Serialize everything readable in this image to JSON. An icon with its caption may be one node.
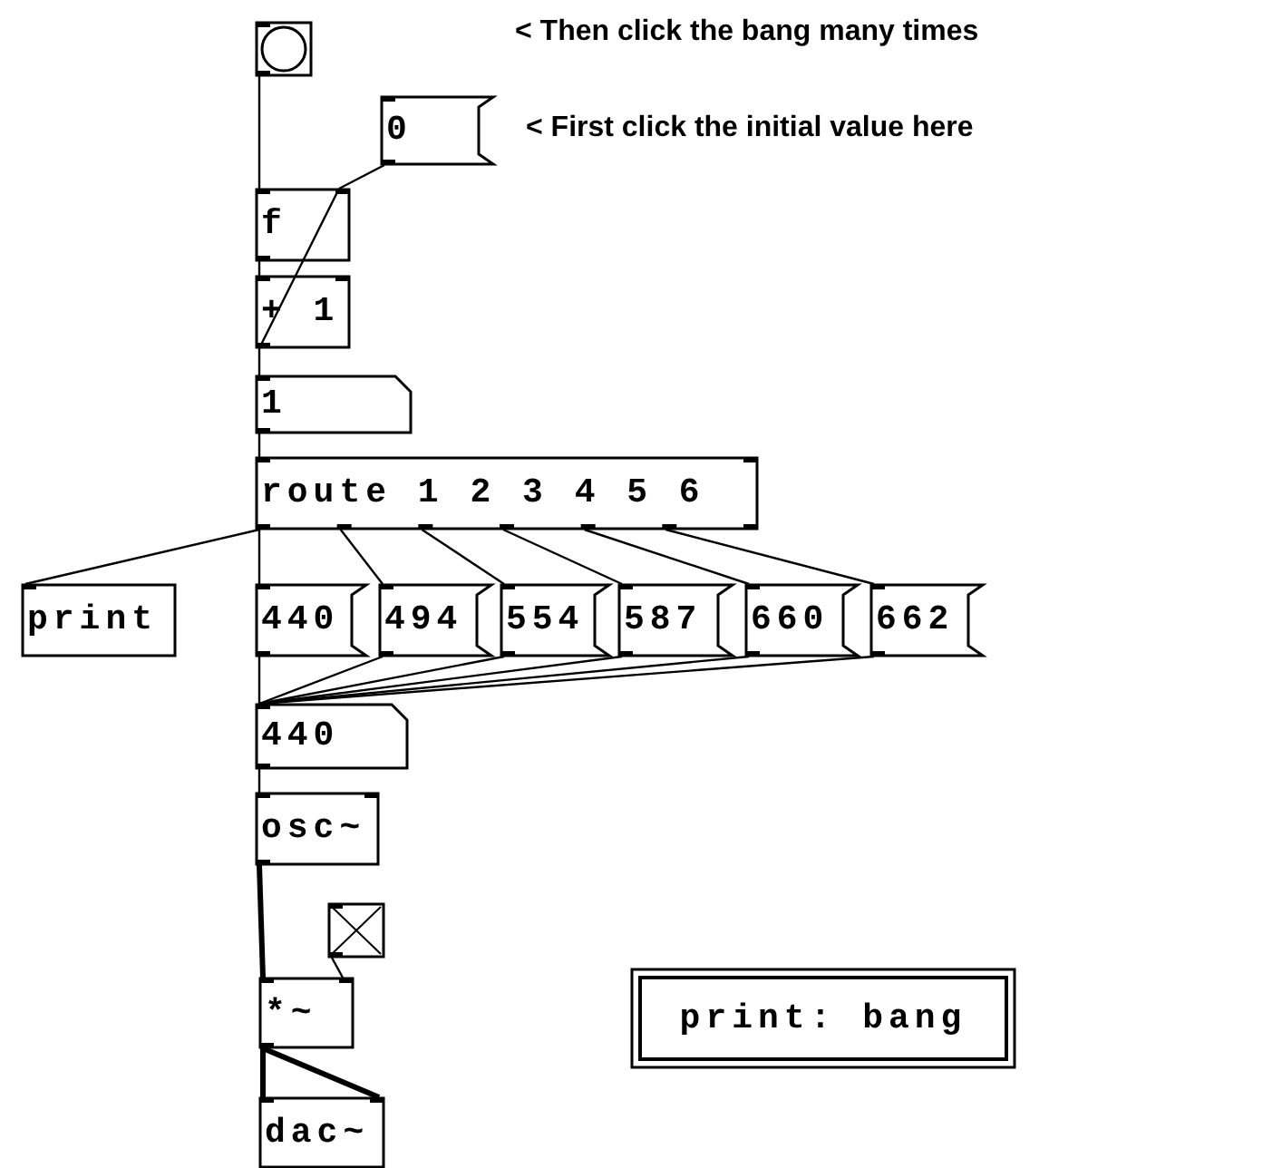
{
  "diagram": {
    "nodes": [
      {
        "text": [],
        "shape": "circle"
      },
      {
        "text": [
          "0"
        ]
      },
      {
        "text": [
          "f"
        ]
      },
      {
        "text": [
          "+ 1"
        ]
      },
      {
        "text": [
          "1"
        ]
      },
      {
        "text": [
          "route 1 2 3 4 5 6"
        ]
      },
      {
        "text": [
          "print"
        ]
      },
      {
        "text": [
          "440"
        ]
      },
      {
        "text": [
          "494"
        ]
      },
      {
        "text": [
          "554"
        ]
      },
      {
        "text": [
          "587"
        ]
      },
      {
        "text": [
          "660"
        ]
      },
      {
        "text": [
          "662"
        ]
      },
      {
        "text": [
          "440"
        ]
      },
      {
        "text": [
          "osc~"
        ]
      },
      {
        "text": [],
        "shape": "box"
      },
      {
        "text": [
          "*~"
        ]
      },
      {
        "text": [
          "dac~"
        ]
      },
      {
        "text": [
          "print: bang"
        ]
      }
    ],
    "edges": [
      {
        "from": 0,
        "to": 2,
        "arrow": "none"
      },
      {
        "from": 1,
        "to": 2,
        "arrow": "none"
      },
      {
        "from": 2,
        "to": 3,
        "arrow": "none"
      },
      {
        "from": 3,
        "to": 2,
        "arrow": "none"
      },
      {
        "from": 3,
        "to": 4,
        "arrow": "none"
      },
      {
        "from": 4,
        "to": 5,
        "arrow": "none"
      },
      {
        "from": 5,
        "to": 6,
        "arrow": "none"
      },
      {
        "from": 5,
        "to": 7,
        "arrow": "none"
      },
      {
        "from": 5,
        "to": 8,
        "arrow": "none"
      },
      {
        "from": 5,
        "to": 9,
        "arrow": "none"
      },
      {
        "from": 5,
        "to": 10,
        "arrow": "none"
      },
      {
        "from": 5,
        "to": 11,
        "arrow": "none"
      },
      {
        "from": 5,
        "to": 12,
        "arrow": "none"
      },
      {
        "from": 7,
        "to": 13,
        "arrow": "none"
      },
      {
        "from": 8,
        "to": 13,
        "arrow": "none"
      },
      {
        "from": 9,
        "to": 13,
        "arrow": "none"
      },
      {
        "from": 10,
        "to": 13,
        "arrow": "none"
      },
      {
        "from": 11,
        "to": 13,
        "arrow": "none"
      },
      {
        "from": 12,
        "to": 13,
        "arrow": "none"
      },
      {
        "from": 13,
        "to": 14,
        "arrow": "none"
      },
      {
        "from": 14,
        "to": 16,
        "arrow": "none",
        "style": "thick"
      },
      {
        "from": 15,
        "to": 16,
        "arrow": "none"
      },
      {
        "from": 16,
        "to": 17,
        "arrow": "none",
        "style": "thick"
      },
      {
        "from": 16,
        "to": 17,
        "arrow": "none",
        "style": "thick"
      }
    ],
    "labels": [
      "< Then click the bang many times",
      "< First click the initial value here"
    ]
  }
}
